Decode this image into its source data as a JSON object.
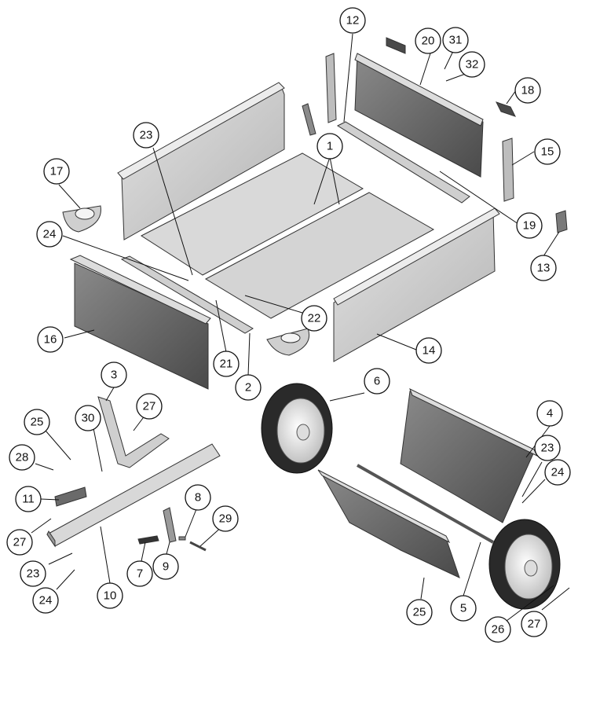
{
  "callouts": [
    {
      "id": "c1",
      "label": "1"
    },
    {
      "id": "c2",
      "label": "2"
    },
    {
      "id": "c3",
      "label": "3"
    },
    {
      "id": "c4",
      "label": "4"
    },
    {
      "id": "c5",
      "label": "5"
    },
    {
      "id": "c6",
      "label": "6"
    },
    {
      "id": "c7",
      "label": "7"
    },
    {
      "id": "c8",
      "label": "8"
    },
    {
      "id": "c9",
      "label": "9"
    },
    {
      "id": "c10",
      "label": "10"
    },
    {
      "id": "c11",
      "label": "11"
    },
    {
      "id": "c12",
      "label": "12"
    },
    {
      "id": "c13",
      "label": "13"
    },
    {
      "id": "c14",
      "label": "14"
    },
    {
      "id": "c15",
      "label": "15"
    },
    {
      "id": "c16",
      "label": "16"
    },
    {
      "id": "c17",
      "label": "17"
    },
    {
      "id": "c18",
      "label": "18"
    },
    {
      "id": "c19",
      "label": "19"
    },
    {
      "id": "c20",
      "label": "20"
    },
    {
      "id": "c21",
      "label": "21"
    },
    {
      "id": "c22",
      "label": "22"
    },
    {
      "id": "c23a",
      "label": "23"
    },
    {
      "id": "c23b",
      "label": "23"
    },
    {
      "id": "c23c",
      "label": "23"
    },
    {
      "id": "c24a",
      "label": "24"
    },
    {
      "id": "c24b",
      "label": "24"
    },
    {
      "id": "c24c",
      "label": "24"
    },
    {
      "id": "c25a",
      "label": "25"
    },
    {
      "id": "c25b",
      "label": "25"
    },
    {
      "id": "c26",
      "label": "26"
    },
    {
      "id": "c27a",
      "label": "27"
    },
    {
      "id": "c27b",
      "label": "27"
    },
    {
      "id": "c27c",
      "label": "27"
    },
    {
      "id": "c28",
      "label": "28"
    },
    {
      "id": "c29",
      "label": "29"
    },
    {
      "id": "c30",
      "label": "30"
    },
    {
      "id": "c31",
      "label": "31"
    },
    {
      "id": "c32",
      "label": "32"
    }
  ],
  "colors": {
    "panel_light": "#d4d4d4",
    "panel_mid": "#b9b9b9",
    "panel_dark": "#6a6a6a",
    "outline": "#333333",
    "tire": "#2a2a2a",
    "rim": "#e6e6e6"
  }
}
